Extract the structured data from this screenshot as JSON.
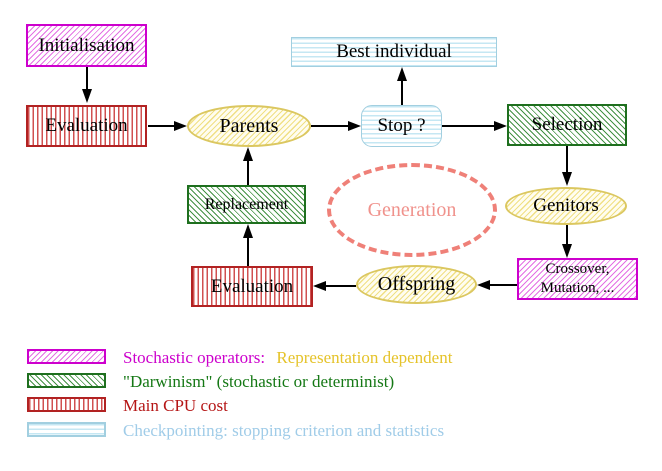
{
  "colors": {
    "magenta-border": "#cd00cd",
    "magenta-hatch": "#e470e4",
    "red-border": "#b22222",
    "red-stripe": "#d05050",
    "green-border": "#1e6f1e",
    "green-hatch": "#449244",
    "yellow-border": "#dbc760",
    "yellow-hatch": "#f0e085",
    "yellow-bg": "#fffdf0",
    "cyan-border": "#a2cfe0",
    "cyan-stripe": "#c5e7f3",
    "salmon": "#ef8078",
    "salmon-text": "#f0928c",
    "legend-magenta-text": "#cc00cc",
    "legend-gold-text": "#e5c32a",
    "legend-green-text": "#157815",
    "legend-red-text": "#b51515",
    "legend-cyan-text": "#a0cce8",
    "arrow": "#000000",
    "node-text": "#000000"
  },
  "nodes": {
    "initialisation": "Initialisation",
    "evaluation_top": "Evaluation",
    "parents": "Parents",
    "best_individual": "Best individual",
    "stop": "Stop ?",
    "selection": "Selection",
    "replacement": "Replacement",
    "generation": "Generation",
    "genitors": "Genitors",
    "crossover_line1": "Crossover,",
    "crossover_line2": "Mutation, ...",
    "offspring": "Offspring",
    "evaluation_bottom": "Evaluation"
  },
  "legend": {
    "items": [
      {
        "label": "Stochastic operators:",
        "label_suffix": "Representation dependent"
      },
      {
        "label": "\"Darwinism\" (stochastic or determinist)"
      },
      {
        "label": "Main CPU cost"
      },
      {
        "label": "Checkpointing: stopping criterion and statistics"
      }
    ]
  }
}
